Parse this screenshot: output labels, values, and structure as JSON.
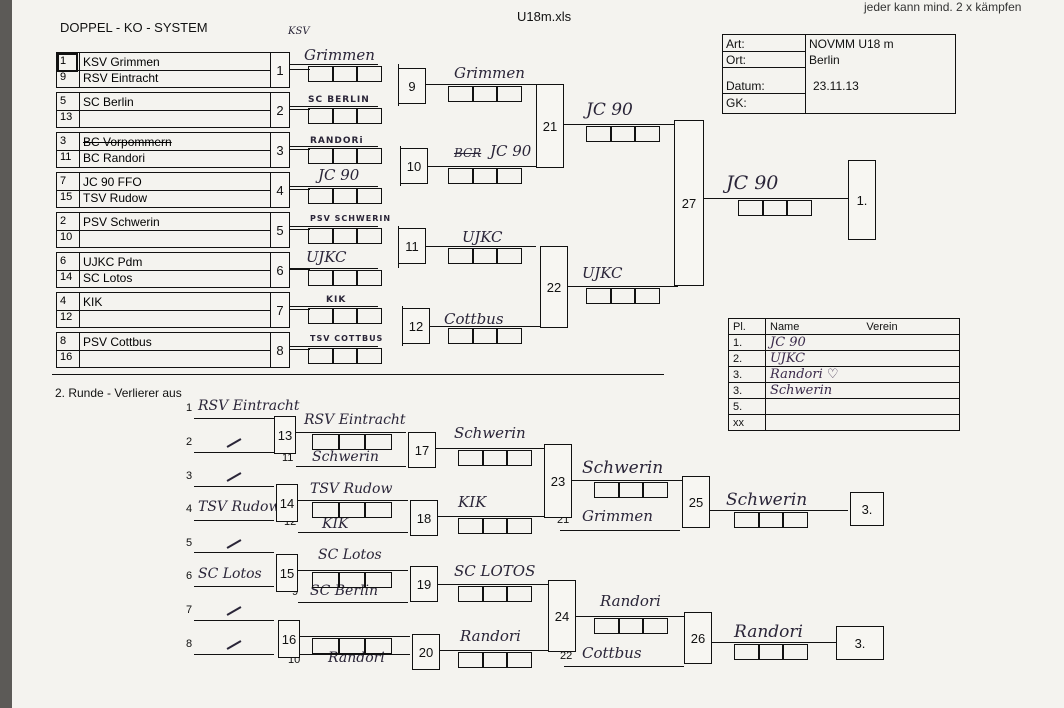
{
  "header": {
    "title": "DOPPEL - KO - SYSTEM",
    "filename": "U18m.xls",
    "note": "jeder kann mind. 2 x kämpfen"
  },
  "info": {
    "art_label": "Art:",
    "art_value": "NOVMM U18 m",
    "ort_label": "Ort:",
    "ort_value": "Berlin",
    "datum_label": "Datum:",
    "datum_value": "23.11.13",
    "gk_label": "GK:"
  },
  "round1": [
    {
      "seed_a": "1",
      "name_a": "KSV Grimmen",
      "seed_b": "9",
      "name_b": "RSV Eintracht",
      "match": "1"
    },
    {
      "seed_a": "5",
      "name_a": "",
      "seed_b": "13",
      "name_b": "SC Berlin",
      "match": "2"
    },
    {
      "seed_a": "3",
      "name_a": "BC Vorpommern",
      "seed_b": "11",
      "name_b": "BC Randori",
      "match": "3"
    },
    {
      "seed_a": "7",
      "name_a": "JC 90 FFO",
      "seed_b": "15",
      "name_b": "TSV Rudow",
      "match": "4"
    },
    {
      "seed_a": "2",
      "name_a": "PSV Schwerin",
      "seed_b": "10",
      "name_b": "",
      "match": "5"
    },
    {
      "seed_a": "6",
      "name_a": "UJKC Pdm",
      "seed_b": "14",
      "name_b": "SC Lotos",
      "match": "6"
    },
    {
      "seed_a": "4",
      "name_a": "",
      "seed_b": "12",
      "name_b": "KIK",
      "match": "7"
    },
    {
      "seed_a": "8",
      "name_a": "PSV Cottbus",
      "seed_b": "16",
      "name_b": "",
      "match": "8"
    }
  ],
  "winners_r1": {
    "m1": "Grimmen",
    "m1_tag": "KSV",
    "m2": "SC BERLIN",
    "m3": "RANDORi",
    "m4": "JC 90",
    "m5": "PSV SCHWERIN",
    "m6": "UJKC",
    "m7": "KIK",
    "m8": "TSV COTTBUS"
  },
  "match_numbers": {
    "m9": "9",
    "m10": "10",
    "m11": "11",
    "m12": "12",
    "m21": "21",
    "m22": "22",
    "m27": "27",
    "m13": "13",
    "m14": "14",
    "m15": "15",
    "m16": "16",
    "m17": "17",
    "m18": "18",
    "m19": "19",
    "m20": "20",
    "m23": "23",
    "m24": "24",
    "m25": "25",
    "m26": "26"
  },
  "winners_r2": {
    "m9": "Grimmen",
    "m10_cross": "BCR",
    "m10": "JC 90",
    "m11": "UJKC",
    "m12": "Cottbus"
  },
  "winners_r3": {
    "m21": "JC 90",
    "m22": "UJKC",
    "m27": "JC 90"
  },
  "places": {
    "first": "1.",
    "third_a": "3.",
    "third_b": "3."
  },
  "rank_table": {
    "headers": [
      "Pl.",
      "Name",
      "Verein"
    ],
    "rows": [
      {
        "pl": "1.",
        "name": "JC 90"
      },
      {
        "pl": "2.",
        "name": "UJKC"
      },
      {
        "pl": "3.",
        "name": "Randori ♡"
      },
      {
        "pl": "3.",
        "name": "Schwerin"
      },
      {
        "pl": "5.",
        "name": ""
      },
      {
        "pl": "xx",
        "name": ""
      }
    ]
  },
  "loser_section": {
    "title": "2. Runde - Verlierer aus",
    "entries": [
      {
        "num": "1",
        "name": "RSV Eintracht"
      },
      {
        "num": "2",
        "name": ""
      },
      {
        "num": "3",
        "name": ""
      },
      {
        "num": "4",
        "name": "TSV Rudow"
      },
      {
        "num": "5",
        "name": ""
      },
      {
        "num": "6",
        "name": "SC Lotos"
      },
      {
        "num": "7",
        "name": ""
      },
      {
        "num": "8",
        "name": ""
      }
    ],
    "feed_numbers": {
      "f11": "11",
      "f12": "12",
      "f9": "9",
      "f10": "10",
      "f21": "21",
      "f22": "22"
    },
    "hand": {
      "m13_top": "RSV Eintracht",
      "m13_bot": "Schwerin",
      "m14_top": "TSV Rudow",
      "m14_bot": "KIK",
      "m15_top": "SC Lotos",
      "m15_bot": "SC Berlin",
      "m16_bot": "Randori",
      "m17": "Schwerin",
      "m18": "KIK",
      "m19": "SC LOTOS",
      "m20": "Randori",
      "m23_top": "Schwerin",
      "m23_bot": "Grimmen",
      "m24_top": "Randori",
      "m24_bot": "Cottbus",
      "m25": "Schwerin",
      "m26": "Randori"
    }
  }
}
